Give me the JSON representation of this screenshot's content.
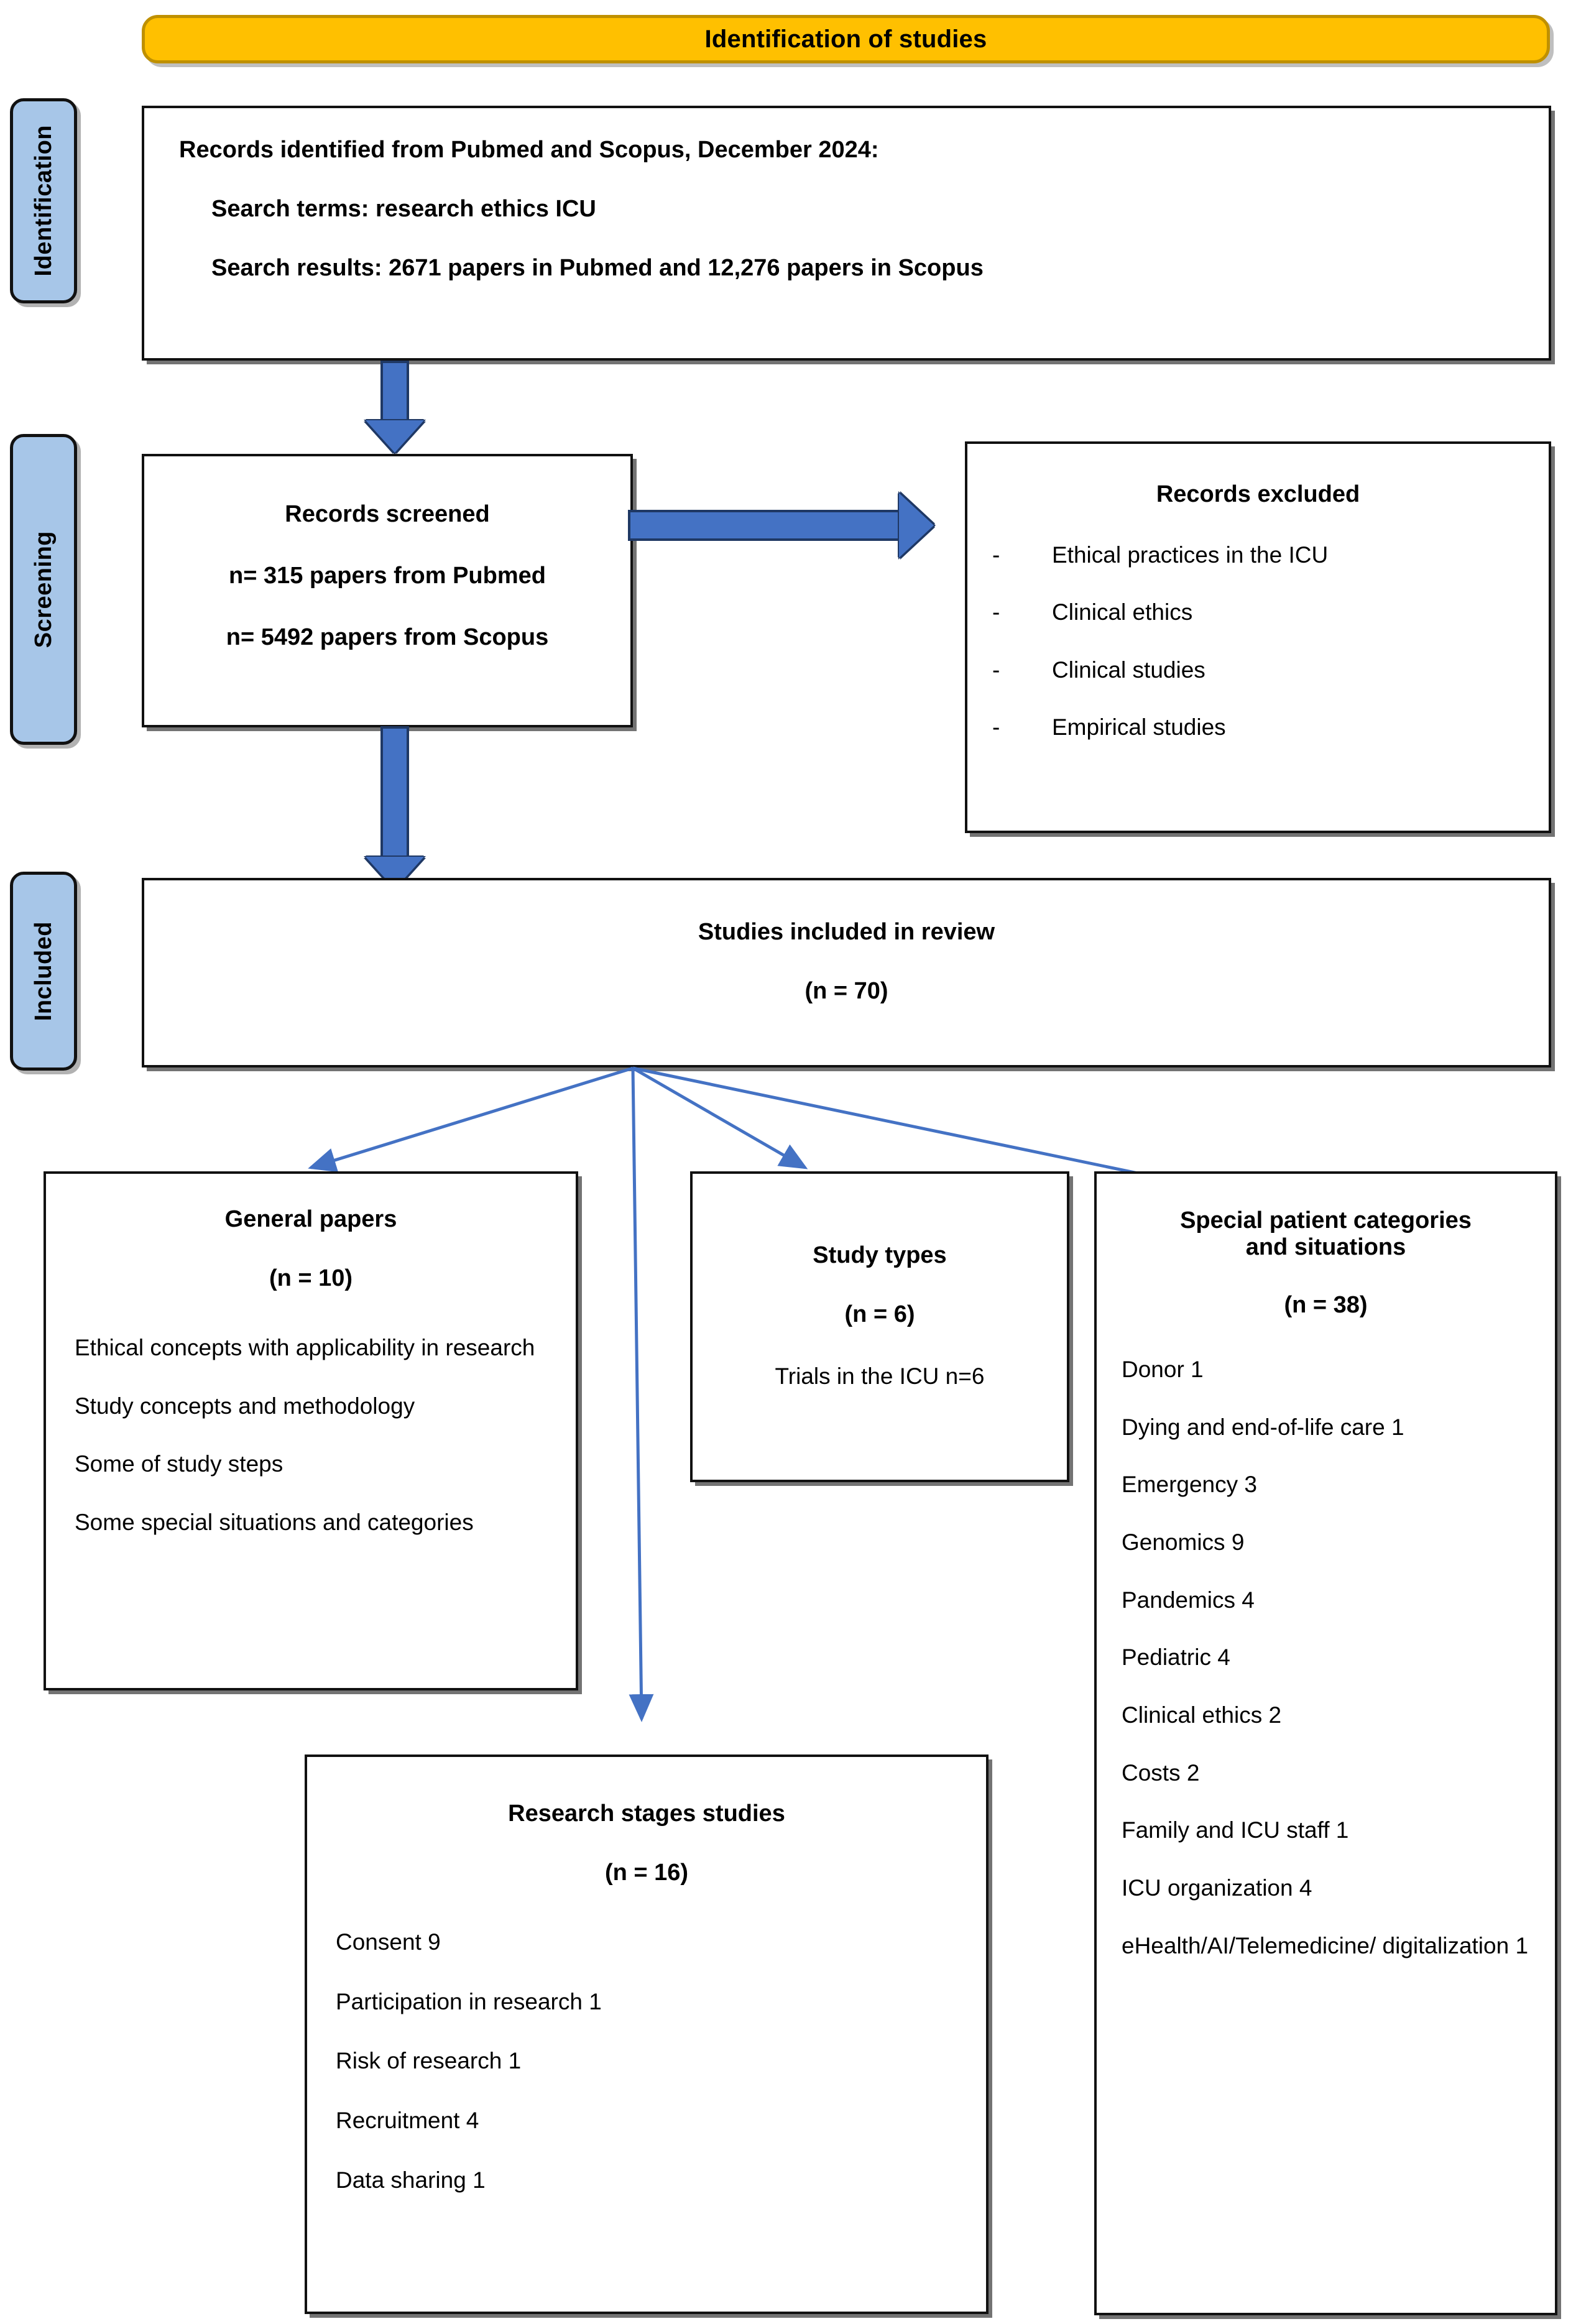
{
  "colors": {
    "banner_fill": "#FFC000",
    "banner_border": "#BF9000",
    "stage_tab_fill": "#A7C6E8",
    "arrow_fill": "#4472C4",
    "arrow_border": "#1F3864",
    "thin_connector": "#4472C4",
    "box_border": "#111111",
    "page_background": "#FFFFFF"
  },
  "banner": {
    "title": "Identification of studies"
  },
  "stages": [
    {
      "key": "identification",
      "label": "Identification"
    },
    {
      "key": "screening",
      "label": "Screening"
    },
    {
      "key": "included",
      "label": "Included"
    }
  ],
  "identification_box": {
    "line1": "Records identified from Pubmed and Scopus, December 2024:",
    "line2": "Search terms: research ethics ICU",
    "line3": "Search results: 2671 papers in Pubmed and 12,276 papers in Scopus"
  },
  "records_screened_box": {
    "title": "Records screened",
    "line1": "n= 315 papers from Pubmed",
    "line2": "n= 5492 papers from Scopus"
  },
  "records_excluded_box": {
    "title": "Records excluded",
    "dash": "-",
    "items": [
      "Ethical practices in the ICU",
      "Clinical ethics",
      "Clinical studies",
      "Empirical studies"
    ]
  },
  "studies_included_box": {
    "title": "Studies included in review",
    "count": "(n = 70)"
  },
  "general_papers_box": {
    "title": "General papers",
    "count": "(n = 10)",
    "items": [
      "Ethical concepts with applicability in research",
      "Study concepts and methodology",
      "Some of study steps",
      "Some special situations and categories"
    ]
  },
  "study_types_box": {
    "title": "Study types",
    "count": "(n = 6)",
    "items": [
      "Trials in the ICU n=6"
    ]
  },
  "special_patient_box": {
    "title_line1": "Special patient categories",
    "title_line2": "and situations",
    "count": "(n = 38)",
    "items": [
      "Donor 1",
      "Dying and end-of-life care 1",
      "Emergency 3",
      "Genomics 9",
      "Pandemics 4",
      "Pediatric 4",
      "Clinical ethics 2",
      "Costs 2",
      "Family and ICU staff 1",
      "ICU organization 4",
      "eHealth/AI/Telemedicine/ digitalization 1"
    ]
  },
  "research_stages_box": {
    "title": "Research stages studies",
    "count": "(n = 16)",
    "items": [
      "Consent 9",
      "Participation in research 1",
      "Risk of research 1",
      "Recruitment 4",
      "Data sharing 1"
    ]
  }
}
